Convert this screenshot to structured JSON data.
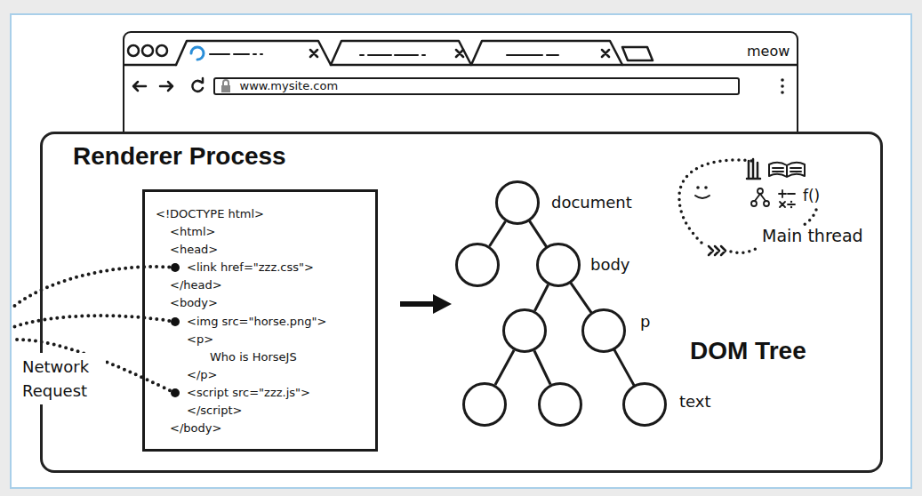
{
  "diagram": {
    "nodes": [
      {
        "text": [
          "meow"
        ]
      },
      {
        "text": [
          "www.mysite.com"
        ],
        "in": 0
      },
      {
        "text": [
          "Renderer Process"
        ]
      },
      {
        "text": [
          "<!DOCTYPE html>",
          "<html>",
          "<head>",
          "<link href=\"zzz.css\">",
          "</head>",
          "<body>",
          "<img src=\"horse.png\">",
          "<p>",
          "Who is HorseJS",
          "</p>",
          "<script src=\"zzz.js\">",
          "</script>",
          "</body>"
        ],
        "in": 2
      },
      {
        "text": [
          "document"
        ],
        "in": 2
      },
      {
        "text": [
          "body"
        ],
        "in": 2
      },
      {
        "text": [
          "p"
        ],
        "in": 2
      },
      {
        "text": [
          "text"
        ],
        "in": 2
      }
    ],
    "edges": [
      {
        "from": 4,
        "to": 5,
        "arrow": "none"
      },
      {
        "from": 5,
        "to": 6,
        "arrow": "none"
      },
      {
        "from": 6,
        "to": 7,
        "arrow": "none"
      }
    ],
    "labels": [
      "Network Request",
      "DOM Tree",
      "Main thread",
      "f()"
    ]
  }
}
